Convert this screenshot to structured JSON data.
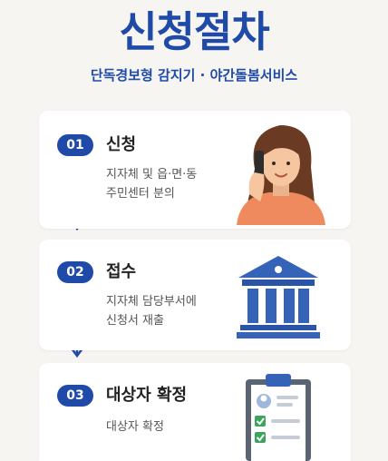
{
  "header": {
    "title": "신청절차",
    "subtitle": "단독경보형 감지기 · 야간돌봄서비스"
  },
  "steps": [
    {
      "number": "01",
      "title": "신청",
      "desc_line1": "지자체 및 읍·면·동",
      "desc_line2": "주민센터 분의",
      "illustration": "woman-on-phone-icon"
    },
    {
      "number": "02",
      "title": "접수",
      "desc_line1": "지자체 담당부서에",
      "desc_line2": "신청서 재출",
      "illustration": "government-building-icon"
    },
    {
      "number": "03",
      "title": "대상자 확정",
      "desc_line1": "대상자 확정",
      "desc_line2": "",
      "illustration": "checklist-clipboard-icon"
    }
  ],
  "colors": {
    "accent": "#1f4aa8",
    "background": "#f7f5f2",
    "card": "#ffffff",
    "skin": "#f5c6a0",
    "hair": "#6b3a22",
    "shirt": "#ef8a5e",
    "building": "#3563b8",
    "check": "#3aa55b"
  }
}
